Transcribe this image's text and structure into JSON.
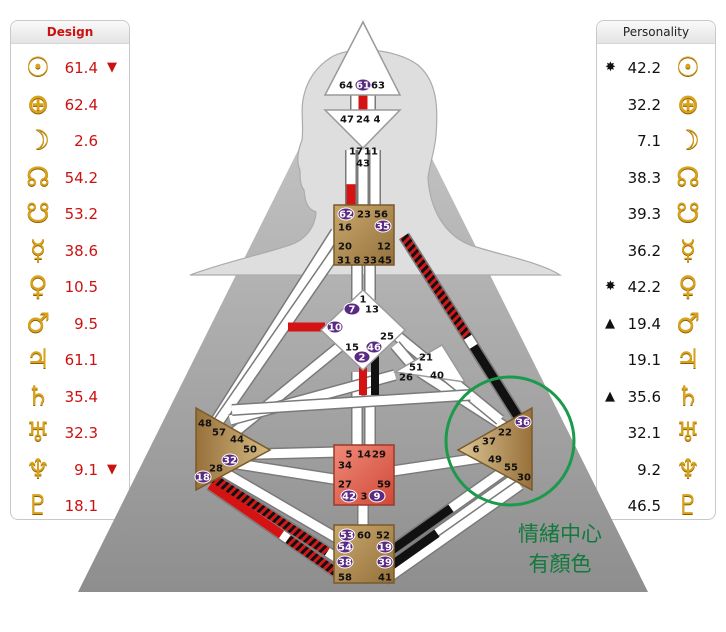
{
  "design": {
    "title": "Design",
    "rows": [
      {
        "icon": "sun-icon",
        "glyph": "☉",
        "value": "61.4",
        "mark": "▼"
      },
      {
        "icon": "earth-icon",
        "glyph": "⊕",
        "value": "62.4",
        "mark": ""
      },
      {
        "icon": "moon-icon",
        "glyph": "☽",
        "value": "2.6",
        "mark": ""
      },
      {
        "icon": "north-node-icon",
        "glyph": "☊",
        "value": "54.2",
        "mark": ""
      },
      {
        "icon": "south-node-icon",
        "glyph": "☋",
        "value": "53.2",
        "mark": ""
      },
      {
        "icon": "mercury-icon",
        "glyph": "☿",
        "value": "38.6",
        "mark": ""
      },
      {
        "icon": "venus-icon",
        "glyph": "♀",
        "value": "10.5",
        "mark": ""
      },
      {
        "icon": "mars-icon",
        "glyph": "♂",
        "value": "9.5",
        "mark": ""
      },
      {
        "icon": "jupiter-icon",
        "glyph": "♃",
        "value": "61.1",
        "mark": ""
      },
      {
        "icon": "saturn-icon",
        "glyph": "♄",
        "value": "35.4",
        "mark": ""
      },
      {
        "icon": "uranus-icon",
        "glyph": "♅",
        "value": "32.3",
        "mark": ""
      },
      {
        "icon": "neptune-icon",
        "glyph": "♆",
        "value": "9.1",
        "mark": "▼"
      },
      {
        "icon": "pluto-icon",
        "glyph": "♇",
        "value": "18.1",
        "mark": ""
      }
    ]
  },
  "personality": {
    "title": "Personality",
    "rows": [
      {
        "icon": "sun-icon",
        "glyph": "☉",
        "value": "42.2",
        "mark": "✸"
      },
      {
        "icon": "earth-icon",
        "glyph": "⊕",
        "value": "32.2",
        "mark": ""
      },
      {
        "icon": "moon-icon",
        "glyph": "☽",
        "value": "7.1",
        "mark": ""
      },
      {
        "icon": "north-node-icon",
        "glyph": "☊",
        "value": "38.3",
        "mark": ""
      },
      {
        "icon": "south-node-icon",
        "glyph": "☋",
        "value": "39.3",
        "mark": ""
      },
      {
        "icon": "mercury-icon",
        "glyph": "☿",
        "value": "36.2",
        "mark": ""
      },
      {
        "icon": "venus-icon",
        "glyph": "♀",
        "value": "42.2",
        "mark": "✸"
      },
      {
        "icon": "mars-icon",
        "glyph": "♂",
        "value": "19.4",
        "mark": "▲"
      },
      {
        "icon": "jupiter-icon",
        "glyph": "♃",
        "value": "19.1",
        "mark": ""
      },
      {
        "icon": "saturn-icon",
        "glyph": "♄",
        "value": "35.6",
        "mark": "▲"
      },
      {
        "icon": "uranus-icon",
        "glyph": "♅",
        "value": "32.1",
        "mark": ""
      },
      {
        "icon": "neptune-icon",
        "glyph": "♆",
        "value": "9.2",
        "mark": ""
      },
      {
        "icon": "pluto-icon",
        "glyph": "♇",
        "value": "46.5",
        "mark": ""
      }
    ]
  },
  "annotation": {
    "line1": "情緒中心",
    "line2": "有顏色"
  },
  "colors": {
    "design": "#cc1111",
    "personality": "#111111",
    "glyph_gold": "#d9a21a",
    "center_gold": "#b8965a",
    "center_red": "#e06050",
    "gate_circle": "#5a2a82",
    "annotation_green": "#117a3c",
    "channel_white": "#ffffff"
  },
  "gates": {
    "head": [
      "64",
      "61",
      "63"
    ],
    "ajna": [
      "47",
      "24",
      "4",
      "17",
      "11",
      "43"
    ],
    "throat": [
      "62",
      "23",
      "56",
      "16",
      "35",
      "20",
      "12",
      "31",
      "8",
      "33",
      "45"
    ],
    "g": [
      "1",
      "7",
      "13",
      "10",
      "15",
      "46",
      "2",
      "25"
    ],
    "ego": [
      "21",
      "51",
      "26",
      "40"
    ],
    "spleen": [
      "48",
      "57",
      "44",
      "50",
      "32",
      "28",
      "18"
    ],
    "sacral": [
      "5",
      "14",
      "29",
      "34",
      "27",
      "59",
      "42",
      "3",
      "9"
    ],
    "solar": [
      "36",
      "22",
      "37",
      "6",
      "49",
      "55",
      "30"
    ],
    "root": [
      "53",
      "60",
      "52",
      "54",
      "19",
      "38",
      "39",
      "58",
      "41"
    ]
  }
}
